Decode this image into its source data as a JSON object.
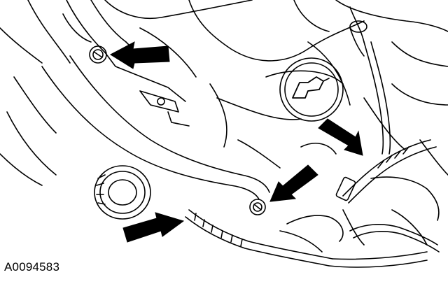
{
  "figure": {
    "reference_code": "A0094583",
    "subject": "engine-compartment-line-art",
    "callout_arrows": 4,
    "colors": {
      "ink": "#000000",
      "paper": "#ffffff"
    }
  }
}
